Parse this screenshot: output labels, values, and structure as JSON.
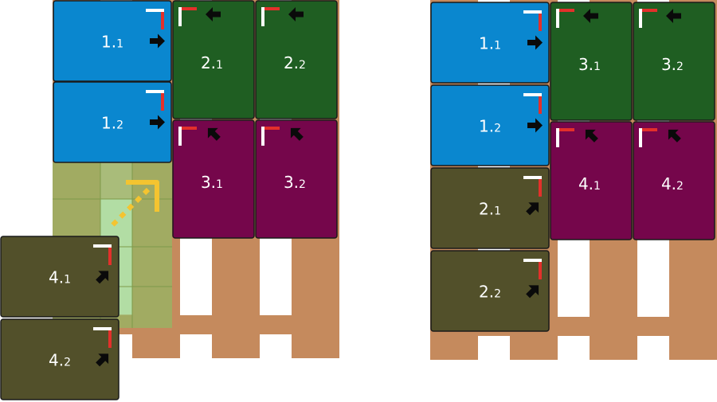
{
  "colors": {
    "blue": "#0a87cf",
    "green": "#1f5e22",
    "purple": "#75064b",
    "olive": "#52502a",
    "pallet": "#c58a5d",
    "grid_fill": "#9ab063",
    "grid_light": "#b2e0a8",
    "arrow_yellow": "#f4c430",
    "mark_white": "#ffffff",
    "mark_red": "#e3302b",
    "arrow_black": "#0a0a0a"
  },
  "left_diagram": {
    "boxes": [
      {
        "main": "1",
        "sub": "1",
        "color": "blue",
        "marker": "top-right",
        "arrow": "right"
      },
      {
        "main": "1",
        "sub": "2",
        "color": "blue",
        "marker": "top-right",
        "arrow": "right"
      },
      {
        "main": "2",
        "sub": "1",
        "color": "green",
        "marker": "top-left",
        "arrow": "left"
      },
      {
        "main": "2",
        "sub": "2",
        "color": "green",
        "marker": "top-left",
        "arrow": "left"
      },
      {
        "main": "3",
        "sub": "1",
        "color": "purple",
        "marker": "top-left",
        "arrow": "up-left"
      },
      {
        "main": "3",
        "sub": "2",
        "color": "purple",
        "marker": "top-left",
        "arrow": "up-left"
      },
      {
        "main": "4",
        "sub": "1",
        "color": "olive",
        "marker": "top-right",
        "arrow": "up-right"
      },
      {
        "main": "4",
        "sub": "2",
        "color": "olive",
        "marker": "top-right",
        "arrow": "up-right"
      }
    ]
  },
  "right_diagram": {
    "boxes": [
      {
        "main": "1",
        "sub": "1",
        "color": "blue",
        "marker": "top-right",
        "arrow": "right"
      },
      {
        "main": "1",
        "sub": "2",
        "color": "blue",
        "marker": "top-right",
        "arrow": "right"
      },
      {
        "main": "2",
        "sub": "1",
        "color": "olive",
        "marker": "top-right",
        "arrow": "up-right"
      },
      {
        "main": "2",
        "sub": "2",
        "color": "olive",
        "marker": "top-right",
        "arrow": "up-right"
      },
      {
        "main": "3",
        "sub": "1",
        "color": "green",
        "marker": "top-left",
        "arrow": "left"
      },
      {
        "main": "3",
        "sub": "2",
        "color": "green",
        "marker": "top-left",
        "arrow": "left"
      },
      {
        "main": "4",
        "sub": "1",
        "color": "purple",
        "marker": "top-left",
        "arrow": "up-left"
      },
      {
        "main": "4",
        "sub": "2",
        "color": "purple",
        "marker": "top-left",
        "arrow": "up-left"
      }
    ]
  },
  "icons": {
    "move_path": "curved-arrow-icon",
    "direction": "arrow-icon",
    "orientation": "corner-mark-icon"
  }
}
